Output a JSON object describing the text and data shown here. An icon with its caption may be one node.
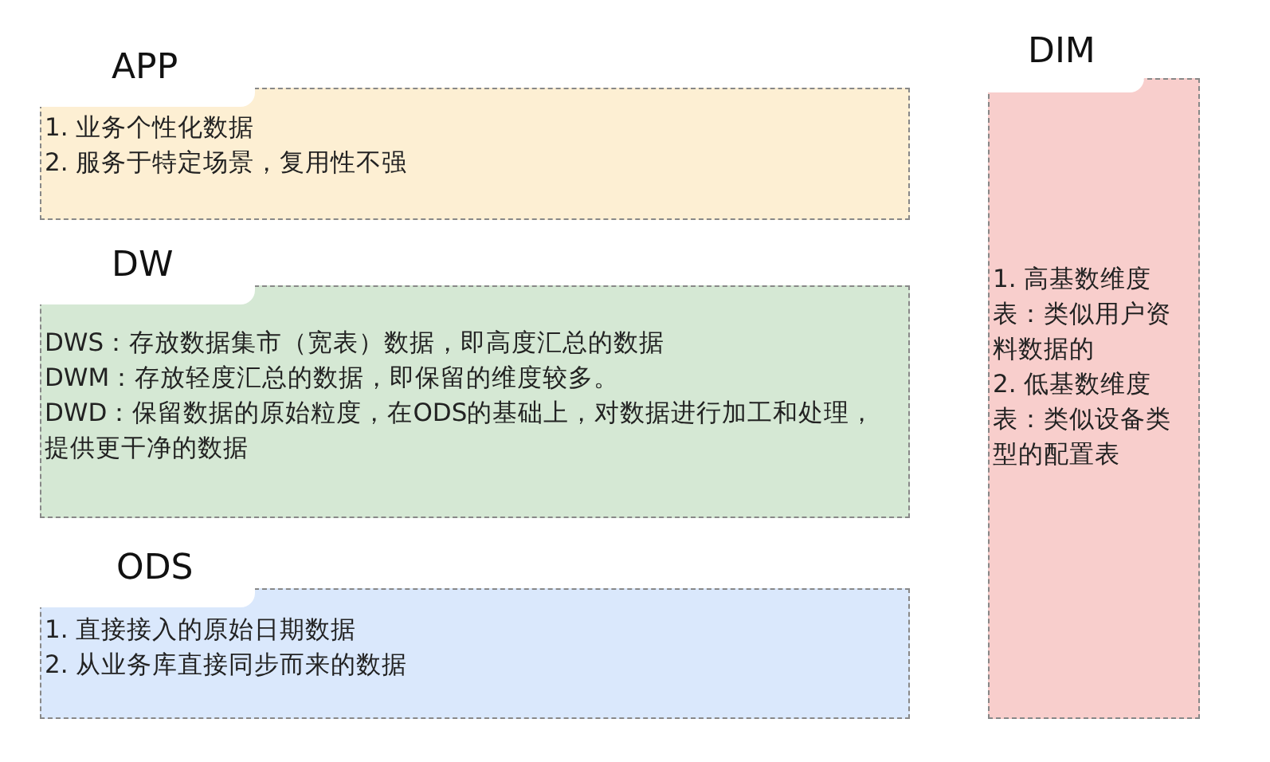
{
  "diagram": {
    "nodes": [
      {
        "text": [
          "APP",
          "1. 业务个性化数据",
          "2. 服务于特定场景，复用性不强"
        ]
      },
      {
        "text": [
          "DW",
          "DWS：存放数据集市（宽表）数据，即高度汇总的数据",
          "DWM：存放轻度汇总的数据，即保留的维度较多。",
          "DWD：保留数据的原始粒度，在ODS的基础上，对数据进行加工和处理，提供更干净的数据"
        ]
      },
      {
        "text": [
          "ODS",
          "1. 直接接入的原始日期数据",
          "2. 从业务库直接同步而来的数据"
        ]
      },
      {
        "text": [
          "DIM",
          "1. 高基数维度表：类似用户资料数据的",
          "2. 低基数维度表：类似设备类型的配置表"
        ]
      }
    ]
  }
}
